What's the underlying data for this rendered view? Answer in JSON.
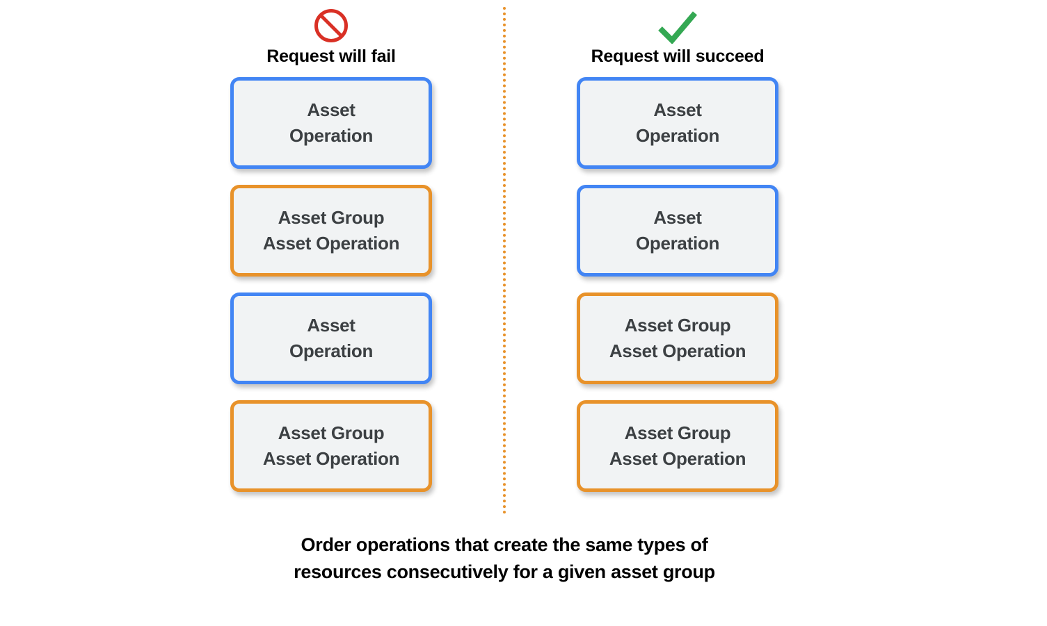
{
  "diagram": {
    "divider": {
      "style": "dotted-vertical",
      "color": "#E8922A"
    },
    "colors": {
      "asset_operation_border": "#4285F4",
      "asset_group_operation_border": "#E8922A",
      "box_fill": "#F1F3F4",
      "box_text": "#3C4043",
      "fail_icon": "#D93025",
      "succeed_icon": "#34A853",
      "heading_text": "#000000"
    },
    "columns": [
      {
        "id": "fail",
        "icon": "prohibition-icon",
        "title": "Request will fail",
        "boxes": [
          {
            "type": "asset-operation",
            "label": "Asset\nOperation"
          },
          {
            "type": "asset-group-operation",
            "label": "Asset Group\nAsset Operation"
          },
          {
            "type": "asset-operation",
            "label": "Asset\nOperation"
          },
          {
            "type": "asset-group-operation",
            "label": "Asset Group\nAsset Operation"
          }
        ]
      },
      {
        "id": "succeed",
        "icon": "check-icon",
        "title": "Request will succeed",
        "boxes": [
          {
            "type": "asset-operation",
            "label": "Asset\nOperation"
          },
          {
            "type": "asset-operation",
            "label": "Asset\nOperation"
          },
          {
            "type": "asset-group-operation",
            "label": "Asset Group\nAsset Operation"
          },
          {
            "type": "asset-group-operation",
            "label": "Asset Group\nAsset Operation"
          }
        ]
      }
    ],
    "caption": "Order operations that create the same types of\nresources consecutively for a given asset group"
  }
}
